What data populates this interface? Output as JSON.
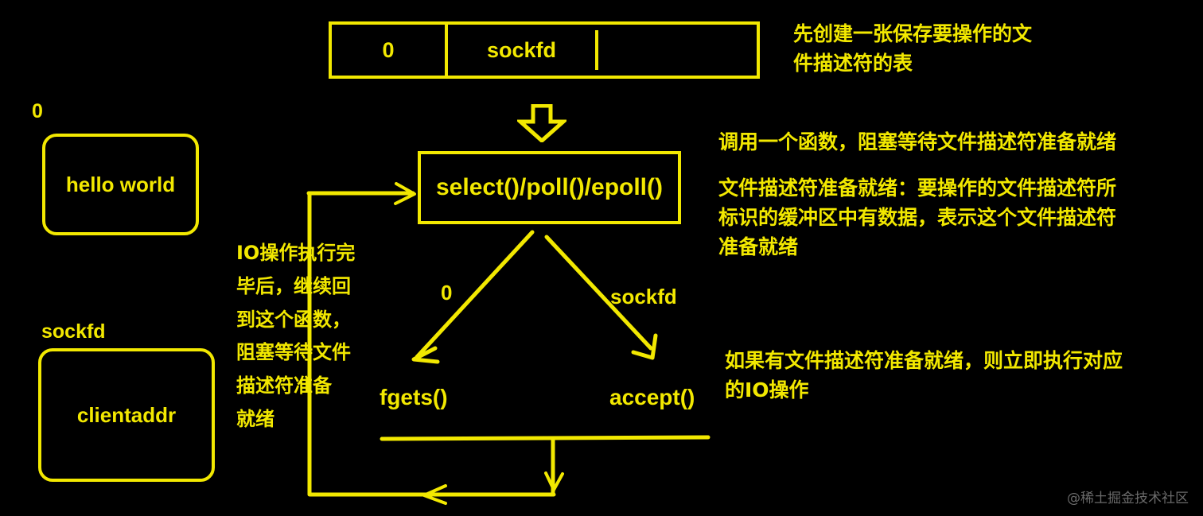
{
  "diagram": {
    "title": "IO multiplexing (select/poll/epoll) flow diagram",
    "accent_color": "#f2e800",
    "background_color": "#000000"
  },
  "fd_table": {
    "cells": [
      "0",
      "sockfd",
      ""
    ]
  },
  "select_box": {
    "label": "select()/poll()/epoll()"
  },
  "buffers": [
    {
      "tag": "0",
      "label": "hello world"
    },
    {
      "tag": "sockfd",
      "label": "clientaddr"
    }
  ],
  "branches": [
    {
      "edge_label": "0",
      "leaf_label": "fgets()"
    },
    {
      "edge_label": "sockfd",
      "leaf_label": "accept()"
    }
  ],
  "annotations": {
    "create_table": "先创建一张保存要操作的文\n件描述符的表",
    "call_function": "调用一个函数，阻塞等待文件描述符准备就绪",
    "fd_ready_explain": "文件描述符准备就绪：要操作的文件描述符所\n标识的缓冲区中有数据，表示这个文件描述符\n准备就绪",
    "if_ready": "如果有文件描述符准备就绪，则立即执行对应\n的IO操作",
    "loop_back": "IO操作执行完\n毕后，继续回\n到这个函数，\n阻塞等待文件\n描述符准备\n就绪"
  },
  "watermark": "@稀土掘金技术社区"
}
